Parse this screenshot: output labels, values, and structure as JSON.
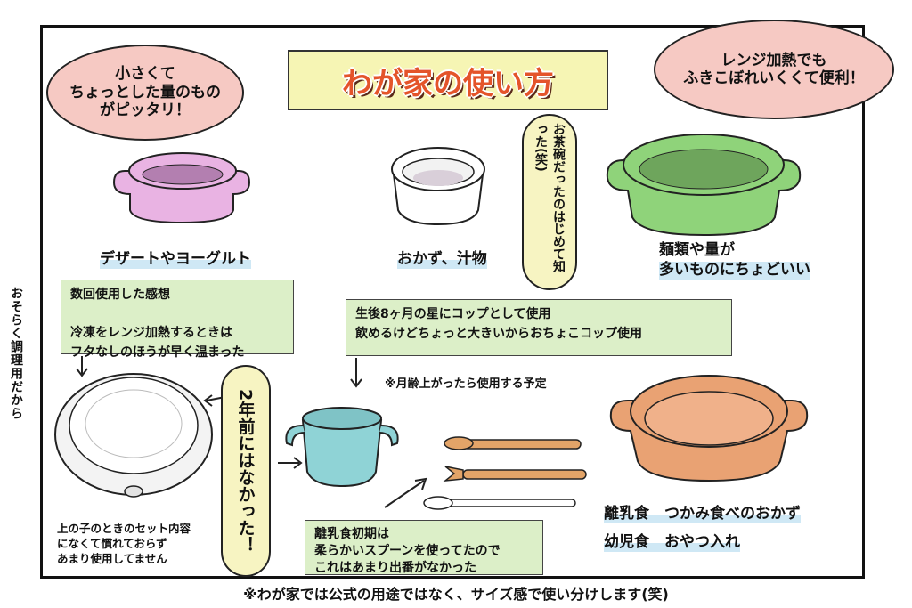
{
  "title": "わが家の使い方",
  "bubbles": {
    "left": "小さくて\nちょっとした量のもの\nがピッタリ！",
    "right": "レンジ加熱でも\nふきこぼれいくくて便利！",
    "tea": "お茶碗だったのはじめて知った(笑)",
    "two_years": "2年前にはなかった！"
  },
  "labels": {
    "dessert": "デザートやヨーグルト",
    "side_dish": "おかず、汁物",
    "noodles": "麺類や量が\n多いものにちょどいい",
    "monthly": "※月齢上がったら使用する予定",
    "babyfood": "離乳食　つかみ食べのおかず",
    "toddler": "幼児食　おやつ入れ"
  },
  "notes": {
    "impression": "数回使用した感想\n\n冷凍をレンジ加熱するときは\nフタなしのほうが早く温まった",
    "cup": "生後8ヶ月の星にコップとして使用\n飲めるけどちょっと大きいからおちょこコップ使用",
    "spoon": "離乳食初期は\n柔らかいスプーンを使ってたので\nこれはあまり出番がなかった",
    "set": "上の子のときのセット内容\nになくて慣れておらず\nあまり使用してません"
  },
  "side_text": "おそらく調理用だから",
  "footer": "※わが家では公式の用途ではなく、サイズ感で使い分けします(笑)",
  "colors": {
    "pink_bowl": "#e9b3e3",
    "green_bowl": "#8fd37a",
    "teal_cup": "#8fd3d6",
    "orange_bowl": "#e9a273",
    "spoon": "#e3a468",
    "title_text": "#e4542a",
    "note_bg": "#dcefc8",
    "bubble_pink": "#f6c9c3",
    "bubble_yellow": "#f7f4c2"
  }
}
